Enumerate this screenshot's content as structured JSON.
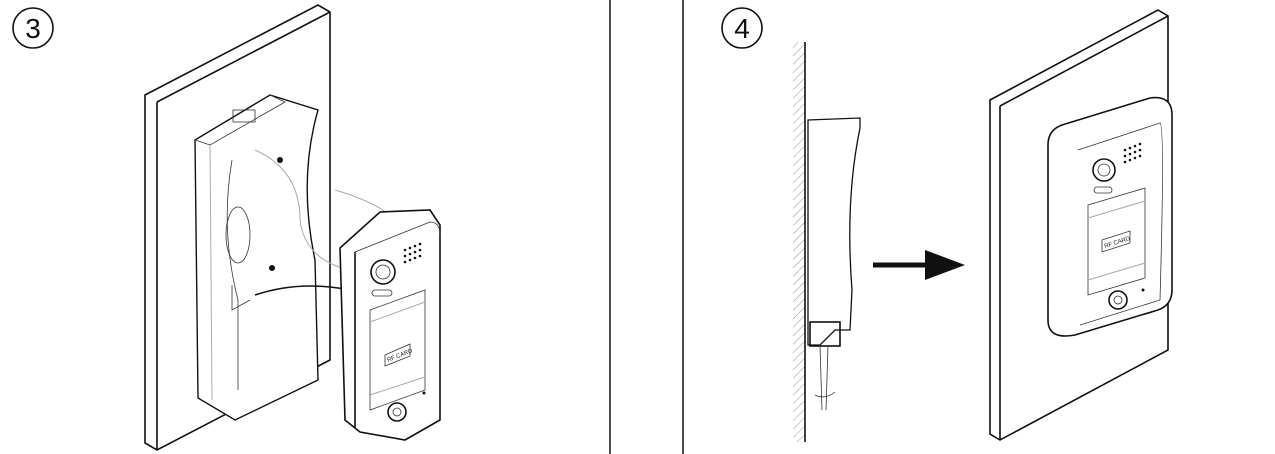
{
  "steps": [
    {
      "number": "3",
      "card_label": "RF CARD"
    },
    {
      "number": "4",
      "card_label": "RF CARD"
    }
  ],
  "colors": {
    "line": "#111111",
    "background": "#ffffff"
  }
}
